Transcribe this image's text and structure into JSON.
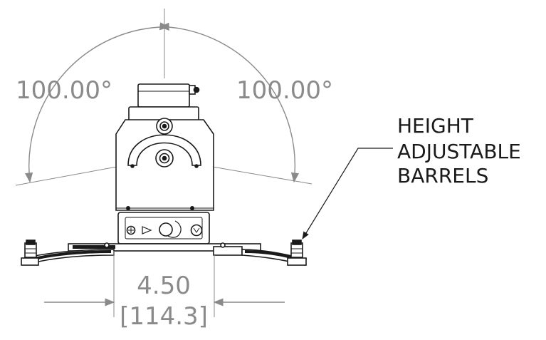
{
  "dimensions": {
    "angle_left": "100.00°",
    "angle_right": "100.00°",
    "width_in": "4.50",
    "width_mm": "[114.3]"
  },
  "callout": {
    "line1": "HEIGHT",
    "line2": "ADJUSTABLE",
    "line3": "BARRELS"
  },
  "colors": {
    "dimension": "#8a8a8a",
    "outline": "#1a1a1a"
  }
}
